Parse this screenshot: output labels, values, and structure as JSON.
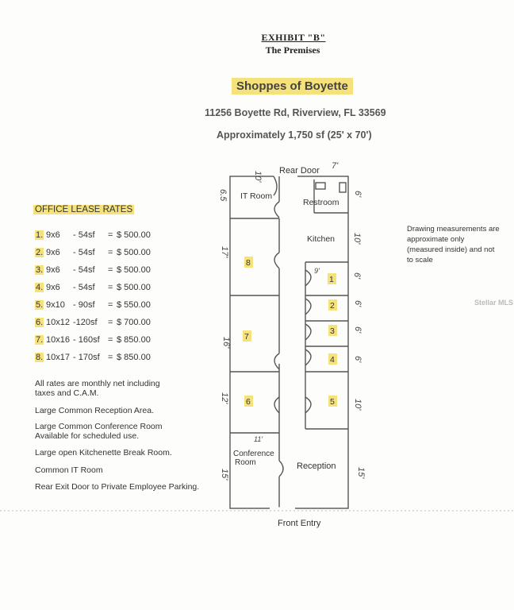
{
  "header": {
    "exhibit": "EXHIBIT \"B\"",
    "premises": "The Premises",
    "title": "Shoppes of Boyette",
    "address": "11256 Boyette Rd, Riverview, FL 33569",
    "size": "Approximately 1,750 sf (25' x 70')"
  },
  "rates": {
    "heading": "OFFICE LEASE RATES",
    "items": [
      {
        "num": "1.",
        "size": "9x6",
        "sf": "- 54sf",
        "eq": "=",
        "price": "$ 500.00"
      },
      {
        "num": "2.",
        "size": "9x6",
        "sf": "- 54sf",
        "eq": "=",
        "price": "$ 500.00"
      },
      {
        "num": "3.",
        "size": "9x6",
        "sf": "- 54sf",
        "eq": "=",
        "price": "$ 500.00"
      },
      {
        "num": "4.",
        "size": "9x6",
        "sf": "- 54sf",
        "eq": "=",
        "price": "$ 500.00"
      },
      {
        "num": "5.",
        "size": "9x10",
        "sf": "- 90sf",
        "eq": "=",
        "price": "$ 550.00"
      },
      {
        "num": "6.",
        "size": "10x12",
        "sf": "-120sf",
        "eq": "=",
        "price": "$ 700.00"
      },
      {
        "num": "7.",
        "size": "10x16",
        "sf": "- 160sf",
        "eq": "=",
        "price": "$ 850.00"
      },
      {
        "num": "8.",
        "size": "10x17",
        "sf": "- 170sf",
        "eq": "=",
        "price": "$ 850.00"
      }
    ]
  },
  "notes": [
    "All rates are monthly net including taxes and C.A.M.",
    "Large Common Reception Area.",
    "Large Common Conference Room Available for scheduled use.",
    "Large open Kitchenette Break Room.",
    "Common IT  Room",
    "Rear Exit Door to Private Employee Parking."
  ],
  "drawing_note": "Drawing measurements are approximate  only (measured inside) and not to scale",
  "stamp": "Stellar MLS",
  "plan": {
    "rear_door": "Rear Door",
    "front_entry": "Front Entry",
    "it_room": "IT Room",
    "restroom": "Restroom",
    "kitchen": "Kitchen",
    "conference_line1": "Conference",
    "conference_line2": "Room",
    "reception": "Reception",
    "rooms": {
      "r1": "1",
      "r2": "2",
      "r3": "3",
      "r4": "4",
      "r5": "5",
      "r6": "6",
      "r7": "7",
      "r8": "8"
    },
    "dims": {
      "top_left": "10'",
      "top_right": "7'",
      "it": "6.5",
      "room8": "17'",
      "room7": "16'",
      "room6": "12'",
      "conf": "15'",
      "rest": "6'",
      "kitchen": "10'",
      "r1": "6'",
      "r2": "6'",
      "r3": "6'",
      "r4": "6'",
      "r5": "10'",
      "reception": "15'",
      "r1_width": "9'",
      "conf_width": "11'"
    }
  }
}
